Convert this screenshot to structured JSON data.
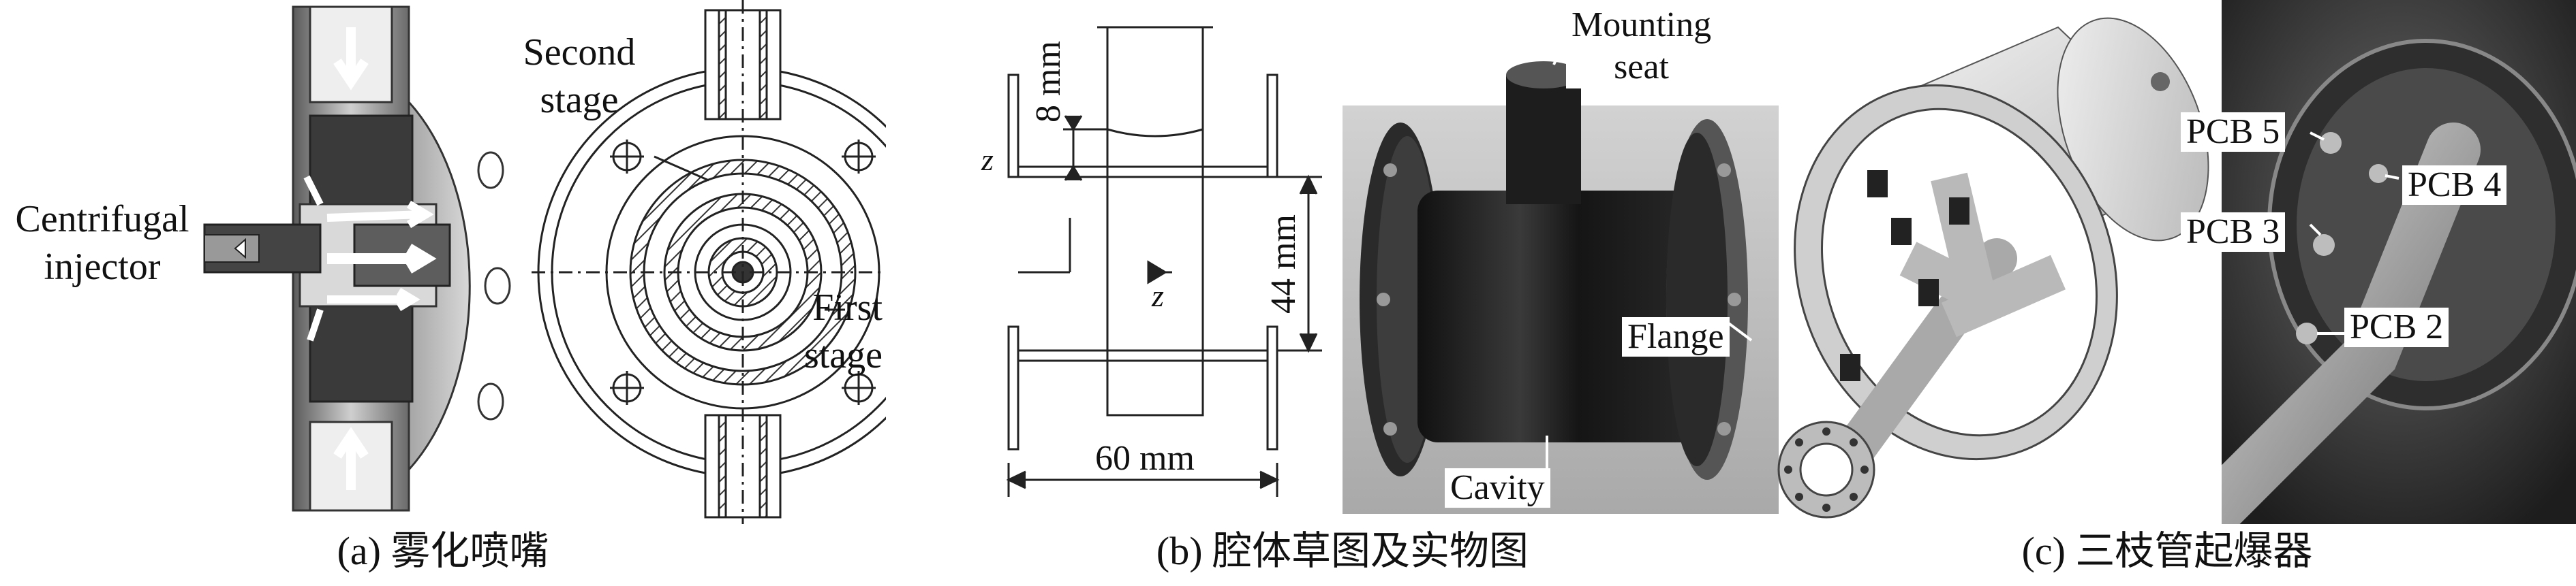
{
  "panel_a": {
    "label_injector_1": "Centrifugal",
    "label_injector_2": "injector",
    "label_second_1": "Second",
    "label_second_2": "stage",
    "label_first_1": "First",
    "label_first_2": "stage",
    "caption": "(a) 雾化喷嘴"
  },
  "panel_b": {
    "dim_8": "8 mm",
    "dim_44": "44 mm",
    "dim_60": "60 mm",
    "z_top": "z",
    "z_center": "z",
    "label_mounting_1": "Mounting",
    "label_mounting_2": "seat",
    "label_flange": "Flange",
    "label_cavity": "Cavity",
    "caption": "(b) 腔体草图及实物图"
  },
  "panel_c": {
    "pcb5": "PCB 5",
    "pcb4": "PCB 4",
    "pcb3": "PCB 3",
    "pcb2": "PCB 2",
    "caption": "(c) 三枝管起爆器"
  },
  "colors": {
    "metal_dark": "#2a2a2a",
    "metal_mid": "#7a7a7a",
    "metal_light": "#c9c9c9",
    "hatch": "#333333"
  }
}
